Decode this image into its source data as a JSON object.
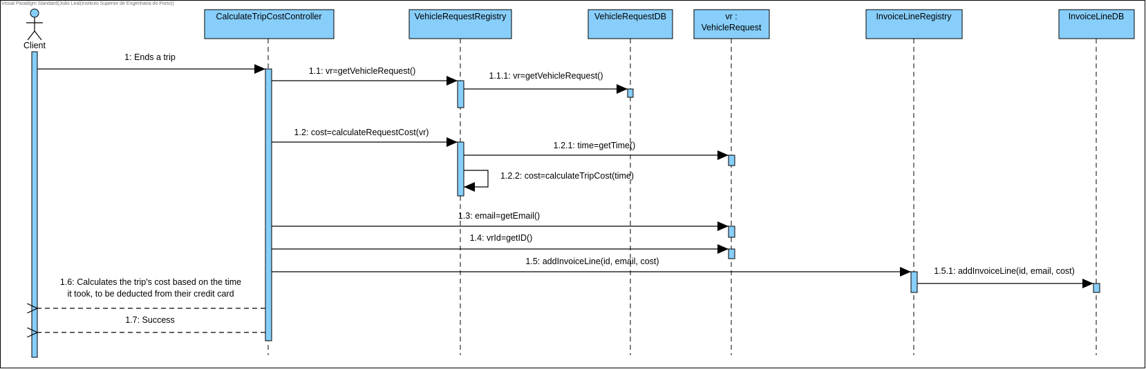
{
  "watermark": "Visual Paradigm Standard(João Leal(Instituto Superior de Engenharia do Porto))",
  "actor": {
    "name": "Client"
  },
  "lifelines": [
    {
      "id": "controller",
      "line1": "CalculateTripCostController",
      "line2": ""
    },
    {
      "id": "vr_registry",
      "line1": "VehicleRequestRegistry",
      "line2": ""
    },
    {
      "id": "vr_db",
      "line1": "VehicleRequestDB",
      "line2": ""
    },
    {
      "id": "vr",
      "line1": "vr :",
      "line2": "VehicleRequest"
    },
    {
      "id": "il_registry",
      "line1": "InvoiceLineRegistry",
      "line2": ""
    },
    {
      "id": "il_db",
      "line1": "InvoiceLineDB",
      "line2": ""
    }
  ],
  "messages": {
    "m1": "1: Ends a trip",
    "m1_1": "1.1: vr=getVehicleRequest()",
    "m1_1_1": "1.1.1: vr=getVehicleRequest()",
    "m1_2": "1.2: cost=calculateRequestCost(vr)",
    "m1_2_1": "1.2.1: time=getTime()",
    "m1_2_2": "1.2.2: cost=calculateTripCost(time)",
    "m1_3": "1.3: email=getEmail()",
    "m1_4": "1.4: vrId=getID()",
    "m1_5": "1.5: addInvoiceLine(id, email, cost)",
    "m1_5_1": "1.5.1: addInvoiceLine(id, email, cost)",
    "m1_6_line1": "1.6: Calculates the trip's cost based on the time",
    "m1_6_line2": "it took, to be deducted from their credit card",
    "m1_7": "1.7: Success"
  },
  "colors": {
    "lifeline_fill": "#87CEFA",
    "line": "#000000"
  }
}
